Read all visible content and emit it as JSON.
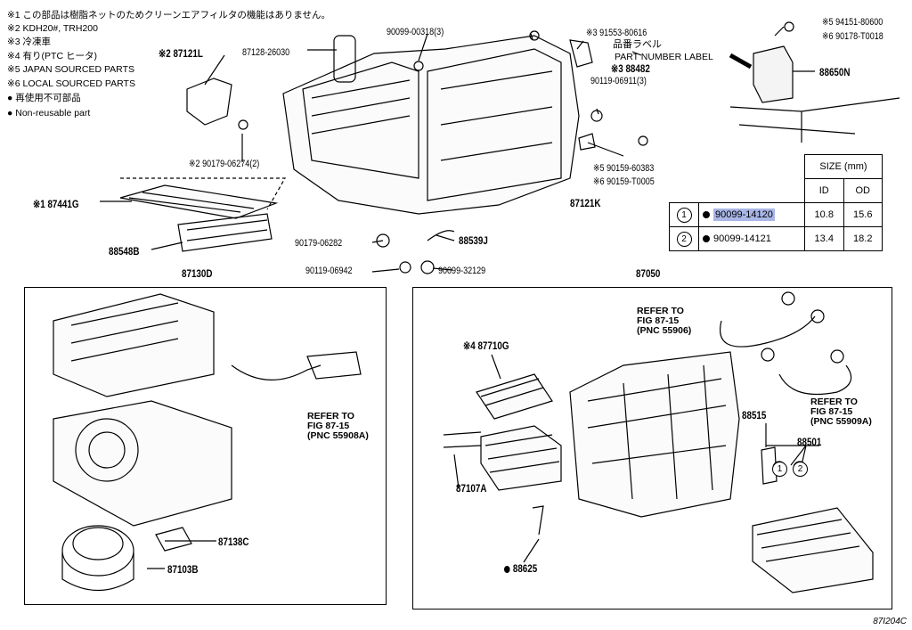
{
  "notes": [
    "※1 この部品は樹脂ネットのためクリーンエアフィルタの機能はありません。",
    "※2 KDH20#, TRH200",
    "※3 冷凍車",
    "※4 有り(PTC ヒータ)",
    "※5  JAPAN SOURCED PARTS",
    "※6  LOCAL SOURCED PARTS",
    "● 再使用不可部品",
    "● Non-reusable part"
  ],
  "parts": {
    "p87121L": "※2 87121L",
    "p87128": "87128-26030",
    "p90099_00318": "90099-00318(3)",
    "p91553": "※3  91553-80616",
    "p_label_jp": "品番ラベル",
    "p_label_en": "PART NUMBER LABEL",
    "p88482": "※3 88482",
    "p94151": "※5  94151-80600",
    "p90178": "※6  90178-T0018",
    "p88650N": "88650N",
    "p90119_06911": "90119-06911(3)",
    "p90179_06274": "※2 90179-06274(2)",
    "p90159_60383": "※5  90159-60383",
    "p90159_T0005": "※6  90159-T0005",
    "p87121K": "87121K",
    "p87441G": "※1 87441G",
    "p88548B": "88548B",
    "p90179_06282": "90179-06282",
    "p88539J": "88539J",
    "p90119_06942": "90119-06942",
    "p90099_32129": "90099-32129",
    "p87130D": "87130D",
    "p87050": "87050",
    "p87710G": "※4 87710G",
    "p87107A": "87107A",
    "p88515": "88515",
    "p88501": "88501",
    "p87138C": "87138C",
    "p87103B": "87103B",
    "p88625": "88625"
  },
  "refers": {
    "r1": "REFER TO\nFIG 87-15\n(PNC 55908A)",
    "r2": "REFER TO\nFIG 87-15\n(PNC 55906)",
    "r3": "REFER TO\nFIG 87-15\n(PNC 55909A)"
  },
  "size_table": {
    "header": "SIZE (mm)",
    "col_id": "ID",
    "col_od": "OD",
    "rows": [
      {
        "num": "1",
        "part": "90099-14120",
        "id": "10.8",
        "od": "15.6"
      },
      {
        "num": "2",
        "part": "90099-14121",
        "id": "13.4",
        "od": "18.2"
      }
    ]
  },
  "figure_id": "87I204C"
}
